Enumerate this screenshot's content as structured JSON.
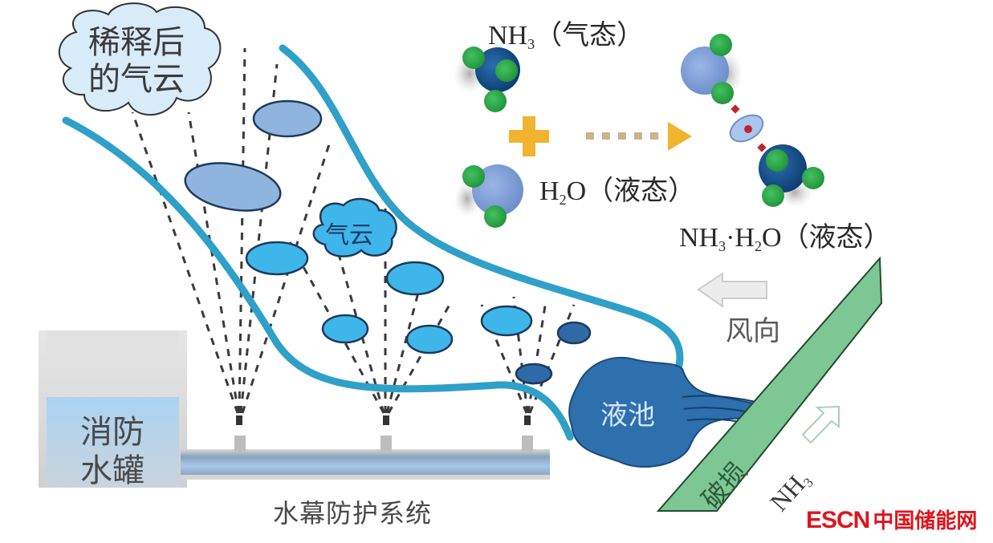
{
  "title": "水幕防护系统 氨泄漏稀释示意图",
  "labels": {
    "diluted_cloud": [
      "稀释后",
      "的气云"
    ],
    "gas_cloud": "气云",
    "fire_tank": [
      "消防",
      "水罐"
    ],
    "liquid_pool": "液池",
    "water_curtain_system": "水幕防护系统",
    "wind_direction": "风向",
    "damage": "破损",
    "leak_gas": {
      "base": "NH",
      "sub": "3"
    }
  },
  "reaction": {
    "reactant_1": {
      "formula_base": "NH",
      "formula_sub": "3",
      "state": "（气态）"
    },
    "operator": "+",
    "reactant_2": {
      "formula_h": "H",
      "formula_sub": "2",
      "formula_rest": "O",
      "state": "（液态）"
    },
    "product": {
      "p1": "NH",
      "p1_sub": "3",
      "dot": "·H",
      "p2_sub": "2",
      "p2": "O",
      "state": "（液态）"
    }
  },
  "logo": {
    "en": "ESCN",
    "cn": "中国储能网"
  },
  "colors": {
    "stream_line": "#2fa0c8",
    "cloud_light": "#d8ebf8",
    "cloud_mid": "#8fb5de",
    "cloud_cyan": "#3fb6ea",
    "cloud_dark": "#2f6aa8",
    "pool": "#2e6fae",
    "barrier": "#7dc795",
    "nitrogen": "#1a4f8a",
    "hydrogen": "#2fa84a",
    "oxygen": "#7f9fd6",
    "arrow_orange": "#f0b430",
    "logo_red": "#e0141c"
  }
}
